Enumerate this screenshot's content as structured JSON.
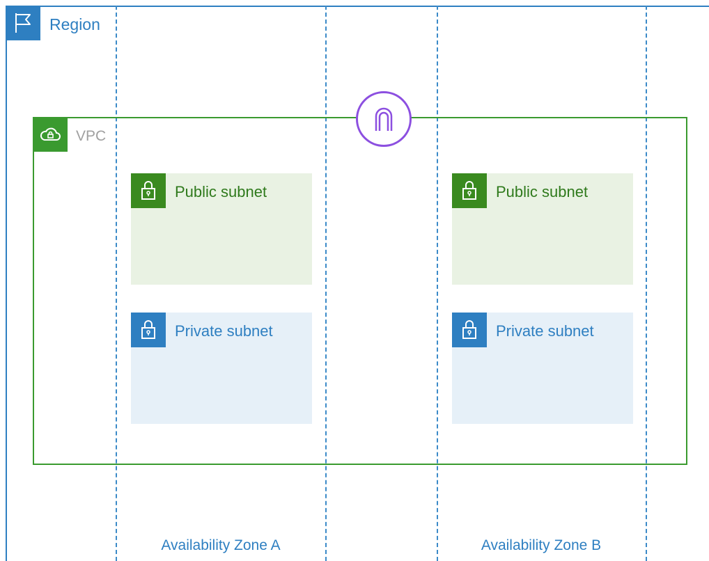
{
  "region": {
    "label": "Region",
    "color": "#2E7FC1",
    "icon": "flag-icon"
  },
  "vpc": {
    "label": "VPC",
    "color": "#3A9A2F",
    "icon": "cloud-lock-icon"
  },
  "gateway": {
    "icon": "internet-gateway-icon",
    "color": "#8C4FE0"
  },
  "availability_zones": [
    {
      "label": "Availability Zone A",
      "public_subnet": {
        "label": "Public subnet",
        "icon": "padlock-icon"
      },
      "private_subnet": {
        "label": "Private subnet",
        "icon": "padlock-icon"
      }
    },
    {
      "label": "Availability Zone B",
      "public_subnet": {
        "label": "Public subnet",
        "icon": "padlock-icon"
      },
      "private_subnet": {
        "label": "Private subnet",
        "icon": "padlock-icon"
      }
    }
  ],
  "colors": {
    "public_fill": "#E9F2E3",
    "private_fill": "#E6F0F8",
    "public_accent": "#3A8A1F",
    "private_accent": "#2E7FC1"
  }
}
